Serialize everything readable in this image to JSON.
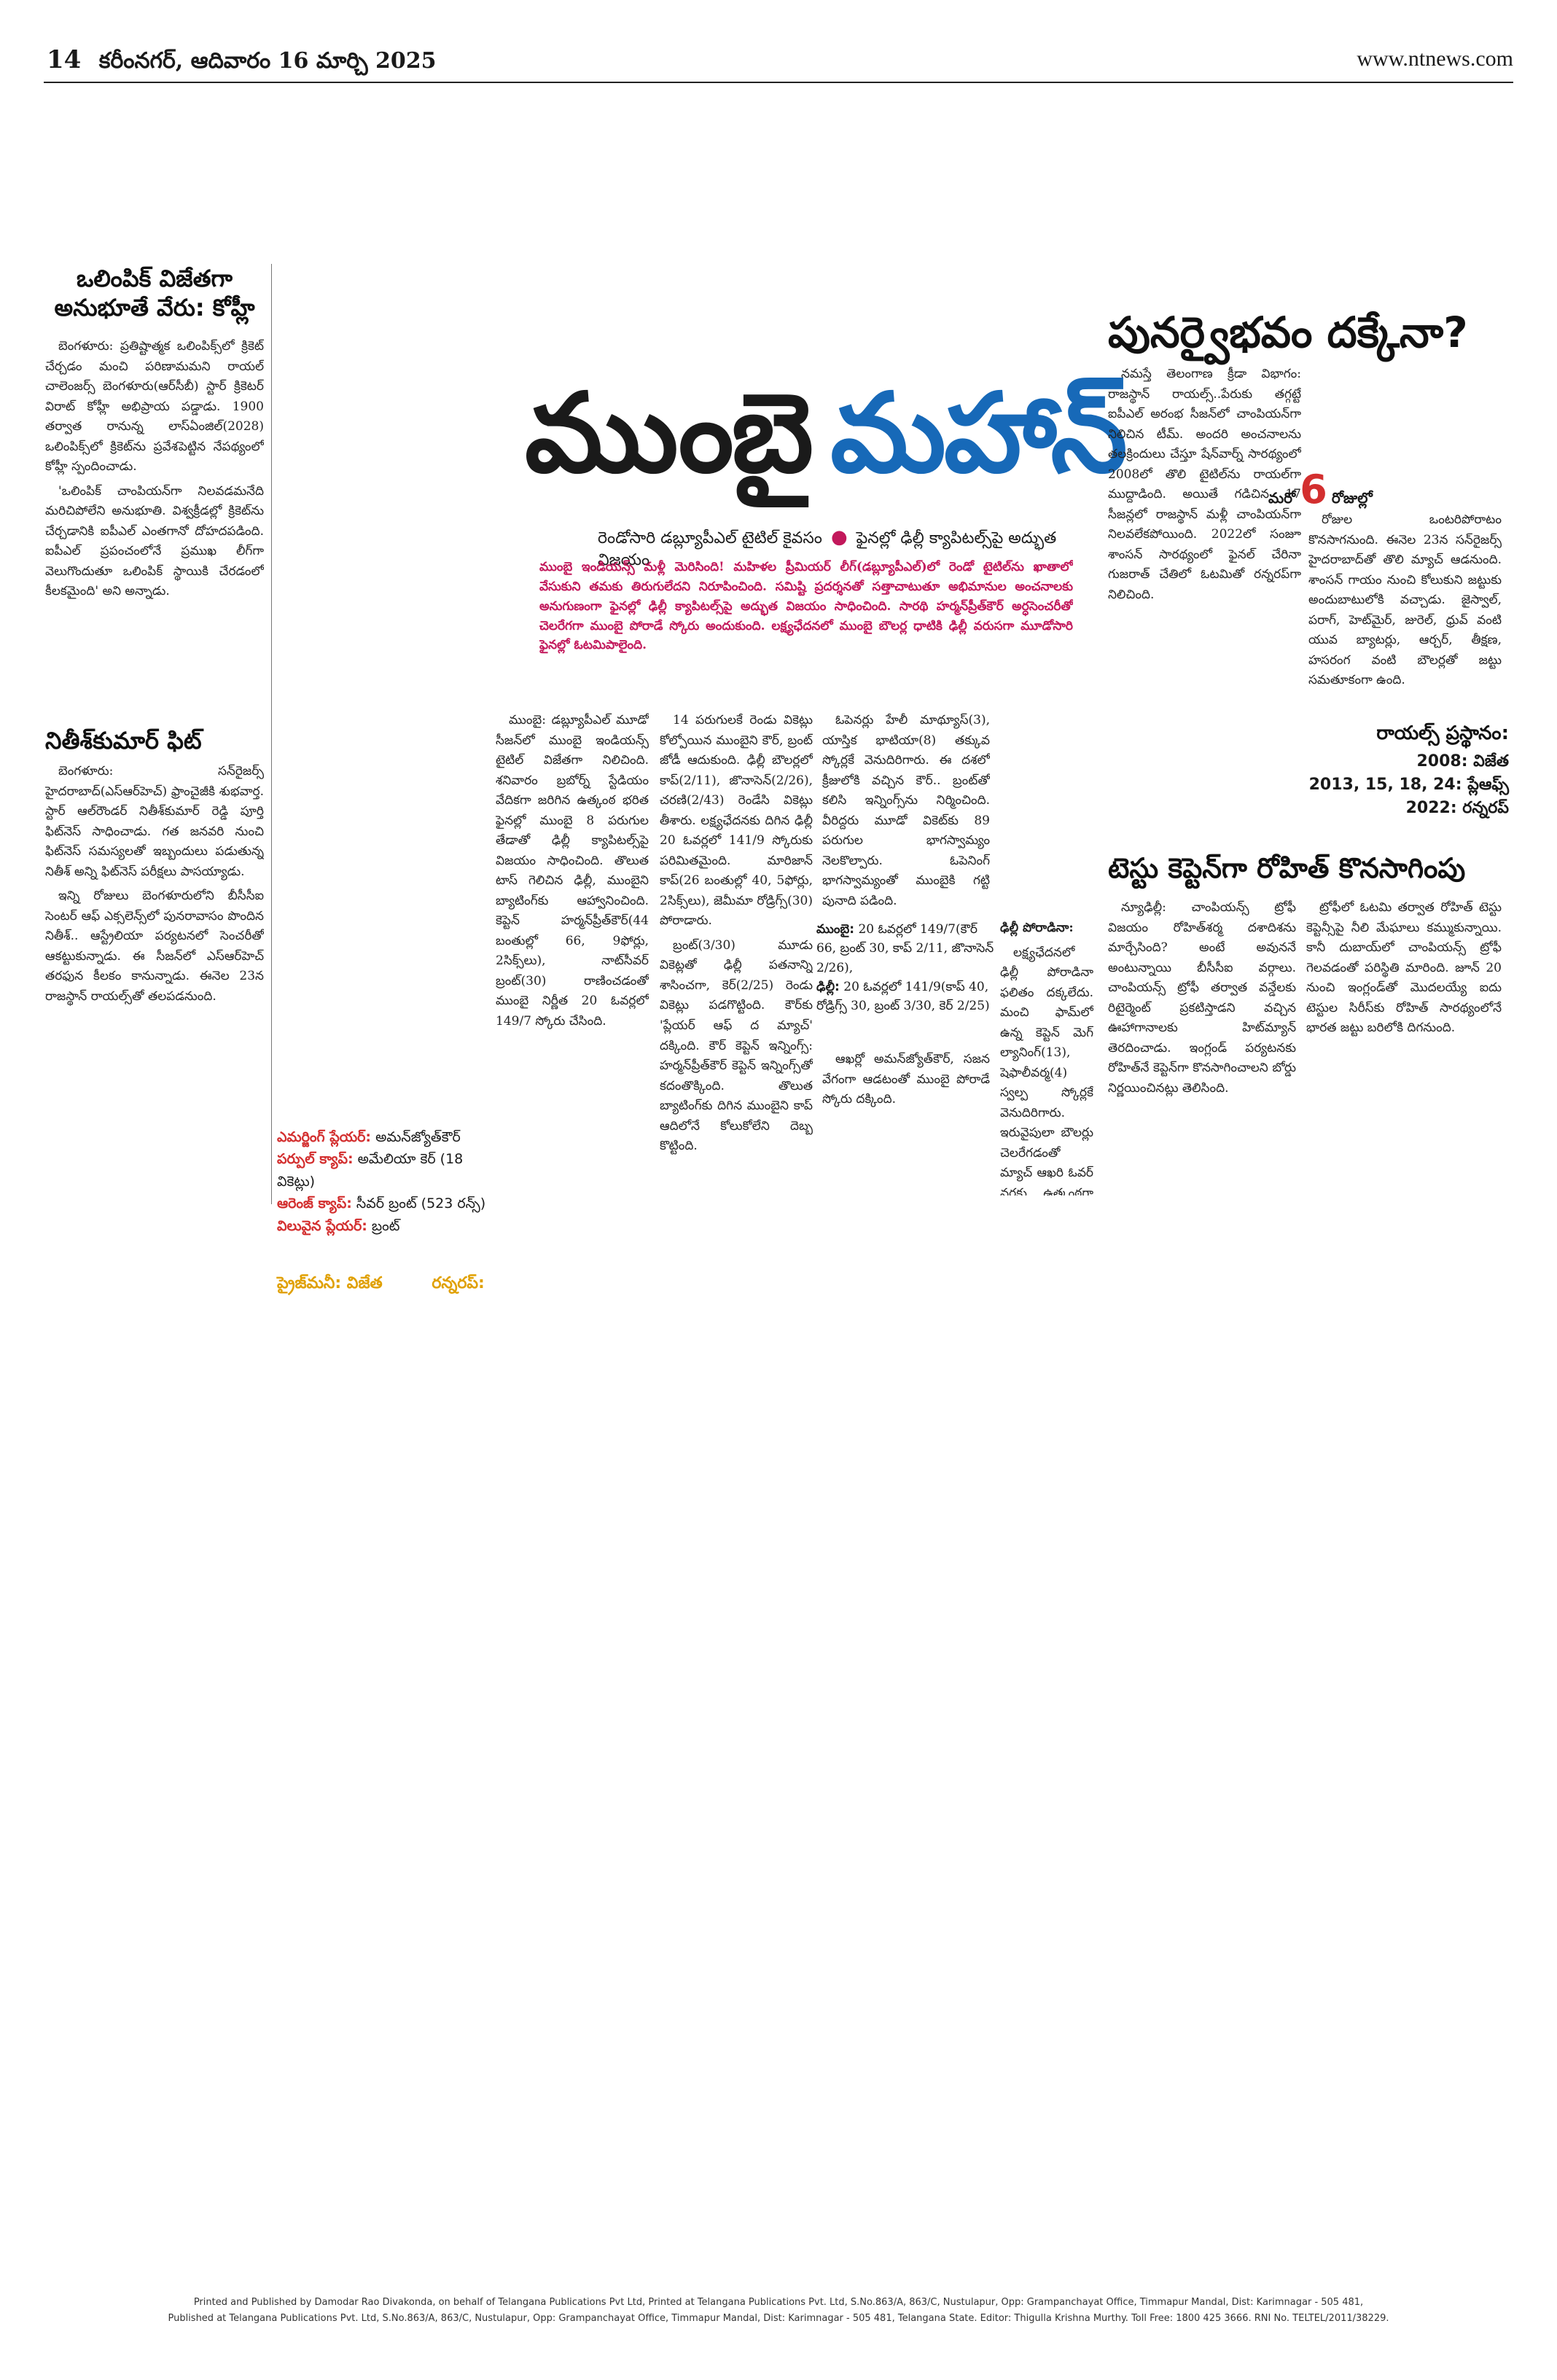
{
  "masthead": {
    "page_number": "14",
    "dateline": "కరీంనగర్, ఆదివారం 16 మార్చి 2025",
    "website": "www.ntnews.com"
  },
  "left": {
    "story1": {
      "headline": "ఒలింపిక్ విజేతగా అనుభూతే వేరు: కోహ్లీ",
      "paragraphs": [
        "బెంగళూరు: ప్రతిష్టాత్మక ఒలింపిక్స్‌లో క్రికెట్ చేర్చడం మంచి పరిణామమని రాయల్ చాలెంజర్స్ బెంగళూరు(ఆర్‌సీబీ) స్టార్ క్రికెటర్ విరాట్ కోహ్లీ అభిప్రాయ పడ్డాడు. 1900 తర్వాత రానున్న లాస్‌ఏంజిల్(2028) ఒలింపిక్స్‌లో క్రికెట్‌ను ప్రవేశపెట్టిన నేపథ్యంలో కోహ్లీ స్పందించాడు.",
        "'ఒలింపిక్ చాంపియన్‌గా నిలవడమనేది మరిచిపోలేని అనుభూతి. విశ్వక్రీడల్లో క్రికెట్‌ను చేర్చడానికి ఐపీఎల్ ఎంతగానో దోహదపడింది. ఐపీఎల్ ప్రపంచంలోనే ప్రముఖ లీగ్‌గా వెలుగొందుతూ ఒలింపిక్ స్థాయికి చేరడంలో కీలకమైంది' అని అన్నాడు."
      ]
    },
    "story2": {
      "headline": "నితీశ్‌కుమార్ ఫిట్",
      "paragraphs": [
        "బెంగళూరు: సన్‌రైజర్స్ హైదరాబాద్(ఎస్‌ఆర్‌హెచ్) ఫ్రాంచైజీకి శుభవార్త. స్టార్ ఆల్‌రౌండర్ నితీశ్‌కుమార్ రెడ్డి పూర్తి ఫిట్‌నెస్ సాధించాడు. గత జనవరి నుంచి ఫిట్‌నెస్ సమస్యలతో ఇబ్బందులు పడుతున్న నితీశ్ అన్ని ఫిట్‌నెస్ పరీక్షలు పాసయ్యాడు.",
        "ఇన్ని రోజులు బెంగళూరులోని బీసీసీఐ సెంటర్ ఆఫ్ ఎక్సలెన్స్‌లో పునరావాసం పొందిన నితీశ్.. ఆస్ట్రేలియా పర్యటనలో సెంచరీతో ఆకట్టుకున్నాడు. ఈ సీజన్‌లో ఎస్‌ఆర్‌హెచ్ తరఫున కీలకం కానున్నాడు. ఈనెల 23న రాజస్థాన్ రాయల్స్‌తో తలపడనుంది."
      ]
    }
  },
  "main": {
    "headline_word1": "ముంబై",
    "headline_word2": "మహాన్",
    "deck_part1": "రెండోసారి డబ్ల్యూపీఎల్ టైటిల్ కైవసం",
    "deck_part2": "ఫైనల్లో ఢిల్లీ క్యాపిటల్స్‌పై అద్భుత విజయం",
    "lede": "ముంబై ఇండియన్స్ మళ్లీ మెరిసింది! మహిళల ప్రీమియర్ లీగ్(డబ్ల్యూపీఎల్)లో రెండో టైటిల్‌ను ఖాతాలో వేసుకుని తమకు తిరుగులేదని నిరూపించింది. సమిష్టి ప్రదర్శనతో సత్తాచాటుతూ అభిమానుల అంచనాలకు అనుగుణంగా ఫైనల్లో ఢిల్లీ క్యాపిటల్స్‌పై అద్భుత విజయం సాధించింది. సారథి హర్మన్‌ప్రీత్‌కౌర్ అర్ధసెంచరీతో చెలరేగగా ముంబై పోరాడే స్కోరు అందుకుంది. లక్ష్యఛేదనలో ముంబై బౌలర్ల ధాటికి ఢిల్లీ వరుసగా మూడోసారి ఫైనల్లో ఓటమిపాలైంది.",
    "body": [
      "ముంబై: డబ్ల్యూపీఎల్ మూడో సీజన్‌లో ముంబై ఇండియన్స్ టైటిల్ విజేతగా నిలిచింది. శనివారం బ్రబోర్న్ స్టేడియం వేదికగా జరిగిన ఉత్కంఠ భరిత ఫైనల్లో ముంబై 8 పరుగుల తేడాతో ఢిల్లీ క్యాపిటల్స్‌పై విజయం సాధించింది. తొలుత టాస్ గెలిచిన ఢిల్లీ, ముంబైని బ్యాటింగ్‌కు ఆహ్వానించింది. కెప్టెన్ హర్మన్‌ప్రీత్‌కౌర్(44 బంతుల్లో 66, 9ఫోర్లు, 2సిక్స్‌లు), నాట్‌సీవర్ బ్రంట్(30) రాణించడంతో ముంబై నిర్ణీత 20 ఓవర్లలో 149/7 స్కోరు చేసింది.",
      "14 పరుగులకే రెండు వికెట్లు కోల్పోయిన ముంబైని కౌర్, బ్రంట్ జోడీ ఆదుకుంది. ఢిల్లీ బౌలర్లలో కాప్(2/11), జొనాసెన్(2/26), చరణి(2/43) రెండేసి వికెట్లు తీశారు. లక్ష్యఛేదనకు దిగిన ఢిల్లీ 20 ఓవర్లలో 141/9 స్కోరుకు పరిమితమైంది. మారిజాన్ కాప్(26 బంతుల్లో 40, 5ఫోర్లు, 2సిక్స్‌లు), జెమీమా రోడ్రిగ్స్(30) పోరాడారు.",
      "బ్రంట్(3/30) మూడు వికెట్లతో ఢిల్లీ పతనాన్ని శాసించగా, కెర్(2/25) రెండు వికెట్లు పడగొట్టింది. కౌర్‌కు 'ప్లేయర్ ఆఫ్ ద మ్యాచ్' దక్కింది. కౌర్ కెప్టెన్ ఇన్నింగ్స్: హర్మన్‌ప్రీత్‌కౌర్ కెప్టెన్ ఇన్నింగ్స్‌తో కదంతొక్కింది. తొలుత బ్యాటింగ్‌కు దిగిన ముంబైని కాప్ ఆదిలోనే కోలుకోలేని దెబ్బ కొట్టింది.",
      "ఓపెనర్లు హేలీ మాథ్యూస్(3), యాస్తిక భాటియా(8) తక్కువ స్కోర్లకే వెనుదిరిగారు. ఈ దశలో క్రీజులోకి వచ్చిన కౌర్.. బ్రంట్‌తో కలిసి ఇన్నింగ్స్‌ను నిర్మించింది. వీరిద్దరు మూడో వికెట్‌కు 89 పరుగుల భాగస్వామ్యం నెలకొల్పారు. ఓపెనింగ్ భాగస్వామ్యంతో ముంబైకి గట్టి పునాది పడింది.",
      "ఆఖర్లో అమన్‌జ్యోత్‌కౌర్, సజన వేగంగా ఆడటంతో ముంబై పోరాడే స్కోరు దక్కింది."
    ],
    "score_mumbai_label": "ముంబై:",
    "score_mumbai": "20 ఓవర్లలో 149/7(కౌర్ 66, బ్రంట్ 30, కాప్ 2/11, జొనాసెన్ 2/26),",
    "score_delhi_label": "ఢిల్లీ:",
    "score_delhi": "20 ఓవర్లలో 141/9(కాప్ 40, రోడ్రిగ్స్ 30, బ్రంట్ 3/30, కెర్ 2/25)",
    "delhi_fight_label": "ఢిల్లీ పోరాడినా:",
    "delhi_fight": "లక్ష్యఛేదనలో ఢిల్లీ పోరాడినా ఫలితం దక్కలేదు. మంచి ఫామ్‌లో ఉన్న కెప్టెన్ మెగ్ ల్యానింగ్(13), షెఫాలీవర్మ(4) స్వల్ప స్కోర్లకే వెనుదిరిగారు. ఇరువైపులా బౌలర్లు చెలరేగడంతో మ్యాచ్ ఆఖరి ఓవర్ వరకు ఉత్కంఠగా సాగింది."
  },
  "awards": [
    {
      "key": "ఎమర్జింగ్ ప్లేయర్:",
      "value": "అమన్‌జ్యోత్‌కౌర్"
    },
    {
      "key": "పర్పుల్ క్యాప్:",
      "value": "అమేలియా కెర్ (18 వికెట్లు)"
    },
    {
      "key": "ఆరెంజ్ క్యాప్:",
      "value": "సీవర్ బ్రంట్ (523 రన్స్)"
    },
    {
      "key": "విలువైన ప్లేయర్:",
      "value": "బ్రంట్"
    }
  ],
  "prize": {
    "winner_label": "ప్రైజ్‌మనీ: విజేత",
    "runner_label": "రన్నరప్:"
  },
  "right": {
    "headline": "పునర్వైభవం దక్కేనా?",
    "col1": "నమస్తే తెలంగాణ క్రీడా విభాగం: రాజస్థాన్ రాయల్స్..పేరుకు తగ్గట్టే ఐపీఎల్ అరంభ సీజన్‌లో చాంపియన్‌గా నిలిచిన టీమ్. అందరి అంచనాలను తలక్రిందులు చేస్తూ షేన్‌వార్న్ సారథ్యంలో 2008లో తొలి టైటిల్‌ను రాయల్‌గా ముద్దాడింది. అయితే గడిచిన 17 సీజన్లలో రాజస్థాన్ మళ్లీ చాంపియన్‌గా నిలవలేకపోయింది. 2022లో సంజూ శాంసన్ సారథ్యంలో ఫైనల్ చేరినా గుజరాత్ చేతిలో ఓటమితో రన్నరప్‌గా నిలిచింది.",
    "col2": "రోజుల ఒంటరిపోరాటం కొనసాగనుంది. ఈనెల 23న సన్‌రైజర్స్ హైదరాబాద్‌తో తొలి మ్యాచ్ ఆడనుంది. శాంసన్ గాయం నుంచి కోలుకుని జట్టుకు అందుబాటులోకి వచ్చాడు. జైస్వాల్, పరాగ్, హెట్‌మైర్, జురెల్, ధ్రువ్ వంటి యువ బ్యాటర్లు, ఆర్చర్, తీక్షణ, హసరంగ వంటి బౌలర్లతో జట్టు సమతూకంగా ఉంది.",
    "inner_prefix": "మరో",
    "inner_number": "6",
    "inner_suffix": "రోజుల్లో",
    "royals_heading": "రాయల్స్ ప్రస్థానం:",
    "royals_lines": [
      "2008: విజేత",
      "2013, 15, 18, 24: ప్లేఆఫ్స్",
      "2022: రన్నరప్"
    ],
    "test_headline": "టెస్టు కెప్టెన్‌గా రోహిత్ కొనసాగింపు",
    "test_col1": "న్యూఢిల్లీ: చాంపియన్స్ ట్రోఫీ విజయం రోహిత్‌శర్మ దశాదిశను మార్చేసింది? అంటే అవుననే అంటున్నాయి బీసీసీఐ వర్గాలు. చాంపియన్స్ ట్రోఫీ తర్వాత వన్డేలకు రిటైర్మెంట్ ప్రకటిస్తాడని వచ్చిన ఊహాగానాలకు హిట్‌మ్యాన్ తెరదించాడు. ఇంగ్లండ్ పర్యటనకు రోహిత్‌నే కెప్టెన్‌గా కొనసాగించాలని బోర్డు నిర్ణయించినట్లు తెలిసింది.",
    "test_col2": "ట్రోఫీలో ఓటమి తర్వాత రోహిత్ టెస్టు కెప్టెన్సీపై నీలి మేఘాలు కమ్ముకున్నాయి. కానీ దుబాయ్‌లో చాంపియన్స్ ట్రోఫీ గెలవడంతో పరిస్థితి మారింది. జూన్ 20 నుంచి ఇంగ్లండ్‌తో మొదలయ్యే ఐదు టెస్టుల సిరీస్‌కు రోహిత్ సారథ్యంలోనే భారత జట్టు బరిలోకి దిగనుంది."
  },
  "imprint": {
    "line1": "Printed and Published by Damodar Rao Divakonda, on behalf of Telangana Publications Pvt Ltd, Printed at Telangana Publications Pvt. Ltd, S.No.863/A, 863/C, Nustulapur, Opp: Grampanchayat Office, Timmapur Mandal, Dist: Karimnagar - 505 481,",
    "line2": "Published at Telangana Publications Pvt. Ltd, S.No.863/A, 863/C, Nustulapur, Opp: Grampanchayat Office, Timmapur Mandal, Dist: Karimnagar - 505 481, Telangana State. Editor: Thigulla Krishna Murthy. Toll Free: 1800 425 3666. RNI No. TELTEL/2011/38229."
  }
}
